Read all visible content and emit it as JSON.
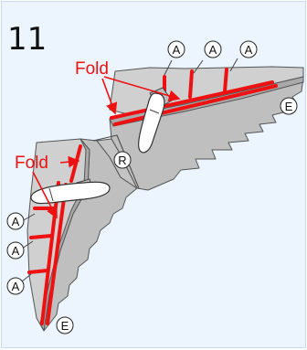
{
  "step_number": "11",
  "fold_labels": [
    "Fold",
    "Fold"
  ],
  "part_markers": {
    "A": "A",
    "E": "E",
    "R": "R"
  },
  "colors": {
    "background": "#ecf4fd",
    "wing_fill": "#bfbfbf",
    "fold_line": "#ee1111",
    "label_text": "#111111"
  }
}
